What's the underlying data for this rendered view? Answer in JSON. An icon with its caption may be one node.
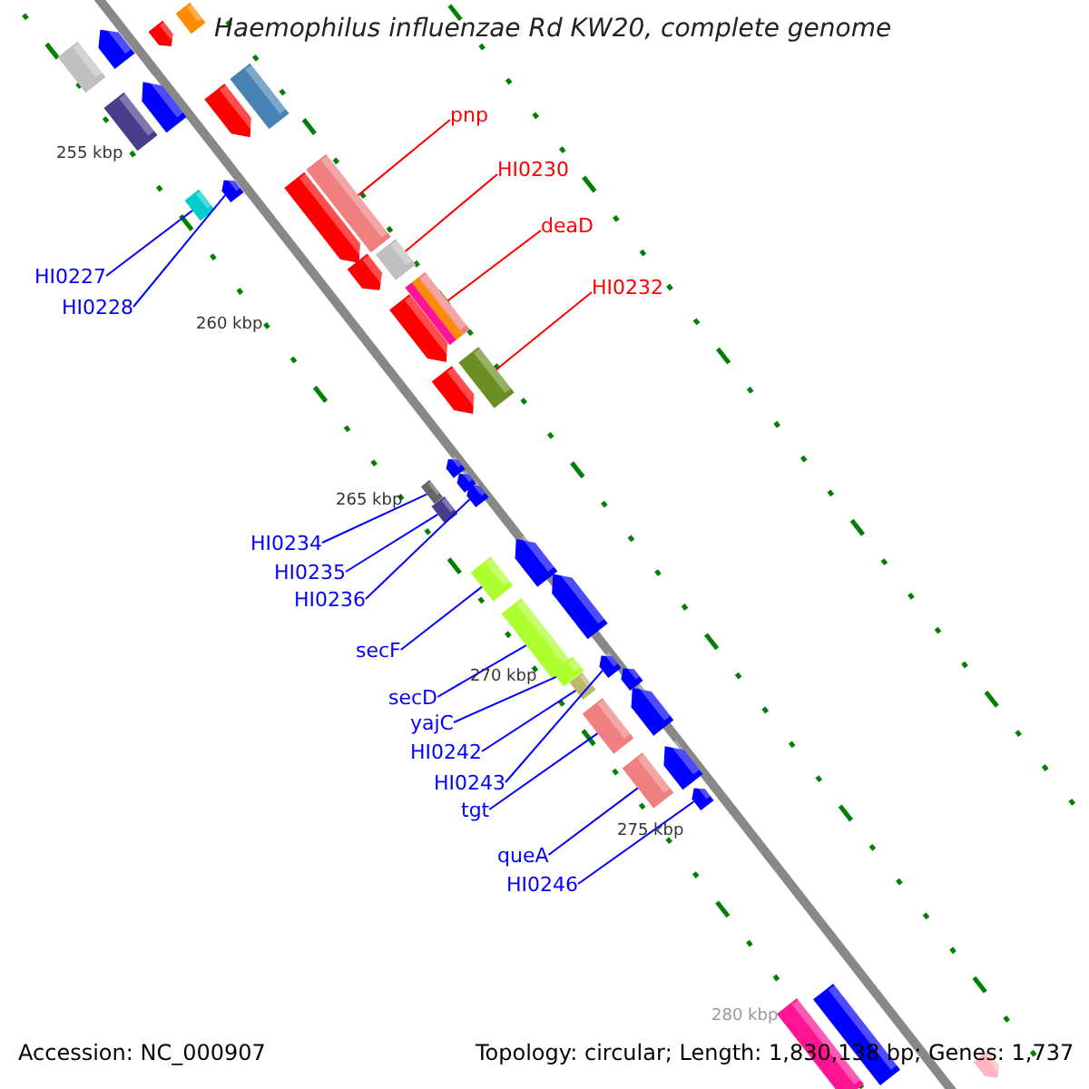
{
  "diagram": {
    "title": "Haemophilus influenzae Rd KW20, complete genome",
    "nodes": [
      {
        "text": [
          "pnp"
        ]
      },
      {
        "text": [
          "HI0230"
        ]
      },
      {
        "text": [
          "deaD"
        ]
      },
      {
        "text": [
          "HI0232"
        ]
      },
      {
        "text": [
          "HI0227"
        ]
      },
      {
        "text": [
          "HI0228"
        ]
      },
      {
        "text": [
          "HI0234"
        ]
      },
      {
        "text": [
          "HI0235"
        ]
      },
      {
        "text": [
          "HI0236"
        ]
      },
      {
        "text": [
          "secF"
        ]
      },
      {
        "text": [
          "secD"
        ]
      },
      {
        "text": [
          "yajC"
        ]
      },
      {
        "text": [
          "HI0242"
        ]
      },
      {
        "text": [
          "HI0243"
        ]
      },
      {
        "text": [
          "tgt"
        ]
      },
      {
        "text": [
          "queA"
        ]
      },
      {
        "text": [
          "HI0246"
        ]
      },
      {
        "text": [],
        "shape": "bar"
      },
      {
        "text": [],
        "shape": "bar"
      },
      {
        "text": [],
        "shape": "bar"
      },
      {
        "text": [],
        "shape": "bar"
      },
      {
        "text": [],
        "shape": "bar"
      },
      {
        "text": [],
        "shape": "bar"
      },
      {
        "text": [],
        "shape": "bar"
      },
      {
        "text": [],
        "shape": "bar"
      },
      {
        "text": [],
        "shape": "bar"
      },
      {
        "text": [],
        "shape": "bar"
      },
      {
        "text": [],
        "shape": "bar"
      },
      {
        "text": [],
        "shape": "bar"
      },
      {
        "text": [],
        "shape": "bar"
      },
      {
        "text": [],
        "shape": "bar"
      },
      {
        "text": [],
        "shape": "bar"
      },
      {
        "text": [],
        "shape": "bar"
      },
      {
        "text": [],
        "shape": "bar"
      },
      {
        "text": [],
        "shape": "bar"
      },
      {
        "text": [],
        "shape": "bar"
      },
      {
        "text": [],
        "shape": "bar"
      },
      {
        "text": [],
        "shape": "bar"
      },
      {
        "text": [],
        "shape": "bar"
      },
      {
        "text": [],
        "shape": "bar"
      },
      {
        "text": [],
        "shape": "bar"
      },
      {
        "text": [],
        "shape": "bar"
      },
      {
        "text": [],
        "shape": "bar"
      },
      {
        "text": [],
        "shape": "bar"
      },
      {
        "text": [],
        "shape": "bar"
      },
      {
        "text": [],
        "shape": "bar"
      },
      {
        "text": [],
        "shape": "bar"
      },
      {
        "text": [],
        "shape": "bar"
      },
      {
        "text": [],
        "shape": "bar"
      },
      {
        "text": [],
        "shape": "bar"
      },
      {
        "text": [],
        "shape": "bar"
      },
      {
        "text": [],
        "shape": "bar"
      },
      {
        "text": [],
        "shape": "bar"
      },
      {
        "text": [],
        "shape": "bar"
      },
      {
        "text": [],
        "shape": "bar"
      },
      {
        "text": [],
        "shape": "bar"
      }
    ],
    "edges": [
      {
        "from": 0,
        "to": 17,
        "arrow": "none",
        "color": "#ff0000"
      },
      {
        "from": 1,
        "to": 18,
        "arrow": "none",
        "color": "#ff0000"
      },
      {
        "from": 2,
        "to": 19,
        "arrow": "none",
        "color": "#ff0000"
      },
      {
        "from": 3,
        "to": 20,
        "arrow": "none",
        "color": "#ff0000"
      },
      {
        "from": 4,
        "to": 21,
        "arrow": "none"
      },
      {
        "from": 5,
        "to": 22,
        "arrow": "none"
      },
      {
        "from": 6,
        "to": 23,
        "arrow": "none"
      },
      {
        "from": 7,
        "to": 24,
        "arrow": "none"
      },
      {
        "from": 8,
        "to": 25,
        "arrow": "none"
      },
      {
        "from": 9,
        "to": 26,
        "arrow": "none"
      },
      {
        "from": 10,
        "to": 27,
        "arrow": "none"
      },
      {
        "from": 11,
        "to": 28,
        "arrow": "none"
      },
      {
        "from": 12,
        "to": 29,
        "arrow": "none"
      },
      {
        "from": 13,
        "to": 30,
        "arrow": "none"
      },
      {
        "from": 14,
        "to": 31,
        "arrow": "none"
      },
      {
        "from": 15,
        "to": 32,
        "arrow": "none"
      },
      {
        "from": 16,
        "to": 33,
        "arrow": "none"
      }
    ],
    "labels": [
      "255 kbp",
      "260 kbp",
      "265 kbp",
      "270 kbp",
      "275 kbp",
      "280 kbp",
      "Accession: NC_000907",
      "Topology: circular; Length: 1,830,138 bp; Genes: 1,737"
    ]
  }
}
